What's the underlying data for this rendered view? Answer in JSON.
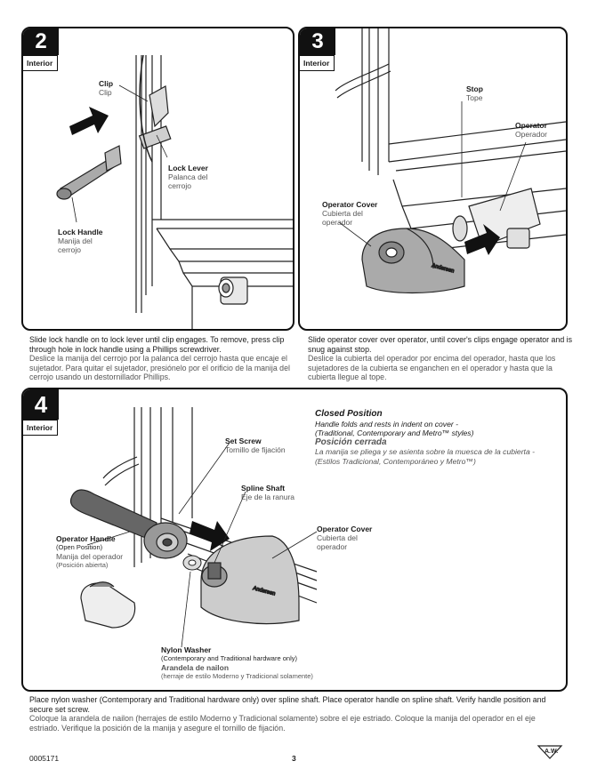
{
  "step2": {
    "number": "2",
    "tag": "Interior",
    "labels": {
      "clip_en": "Clip",
      "clip_es": "Clip",
      "lever_en": "Lock Lever",
      "lever_es1": "Palanca del",
      "lever_es2": "cerrojo",
      "handle_en": "Lock Handle",
      "handle_es1": "Manija del",
      "handle_es2": "cerrojo"
    },
    "caption_en1": "Slide lock handle on to lock lever until clip engages. To remove, press clip",
    "caption_en2": "through hole in lock handle using a Phillips screwdriver.",
    "caption_es1": "Deslice la manija del cerrojo por la palanca del cerrojo hasta que encaje el",
    "caption_es2": "sujetador. Para quitar el sujetador, presiónelo por el orificio de la manija del",
    "caption_es3": "cerrojo usando un destornillador Phillips."
  },
  "step3": {
    "number": "3",
    "tag": "Interior",
    "labels": {
      "stop_en": "Stop",
      "stop_es": "Tope",
      "operator_en": "Operator",
      "operator_es": "Operador",
      "cover_en": "Operator Cover",
      "cover_es1": "Cubierta del",
      "cover_es2": "operador"
    },
    "caption_en1": "Slide operator cover over operator, until cover's clips engage operator and is",
    "caption_en2": "snug against stop.",
    "caption_es1": "Deslice la cubierta del operador por encima del operador, hasta que los",
    "caption_es2": "sujetadores de la cubierta se enganchen en el operador y hasta que la",
    "caption_es3": "cubierta llegue al tope."
  },
  "step4": {
    "number": "4",
    "tag": "Interior",
    "labels": {
      "setscrew_en": "Set Screw",
      "setscrew_es": "Tornillo de fijación",
      "spline_en": "Spline Shaft",
      "spline_es": "Eje de la ranura",
      "cover_en": "Operator Cover",
      "cover_es1": "Cubierta del",
      "cover_es2": "operador",
      "handle_en": "Operator Handle",
      "handle_en2": "(Open Position)",
      "handle_es": "Manija del operador",
      "handle_es2": "(Posición abierta)",
      "washer_en": "Nylon Washer",
      "washer_en2": "(Contemporary and Traditional hardware only)",
      "washer_es": "Arandela de nailon",
      "washer_es2": "(herraje de estilo Moderno y Tradicional solamente)"
    },
    "closed": {
      "title_en": "Closed Position",
      "body_en1": "Handle folds and rests in indent on cover -",
      "body_en2": "(Traditional, Contemporary and Metro™ styles)",
      "title_es": "Posición cerrada",
      "body_es1": "La manija se pliega y se asienta sobre la muesca de la cubierta -",
      "body_es2": "(Estilos Tradicional, Contemporáneo y Metro™)"
    },
    "caption_en1": "Place nylon washer (Contemporary and Traditional hardware only) over spline shaft. Place operator handle on spline shaft. Verify handle position and",
    "caption_en2": "secure set screw.",
    "caption_es1": "Coloque la arandela de nailon (herrajes de estilo Moderno y Tradicional solamente) sobre el eje estriado. Coloque la manija del operador en el eje",
    "caption_es2": "estriado. Verifique la posición de la manija y asegure el tornillo de fijación."
  },
  "footer": {
    "doc_number": "0005171",
    "page_number": "3",
    "logo_text": "A.W."
  },
  "brand_on_cover": "Andersen"
}
